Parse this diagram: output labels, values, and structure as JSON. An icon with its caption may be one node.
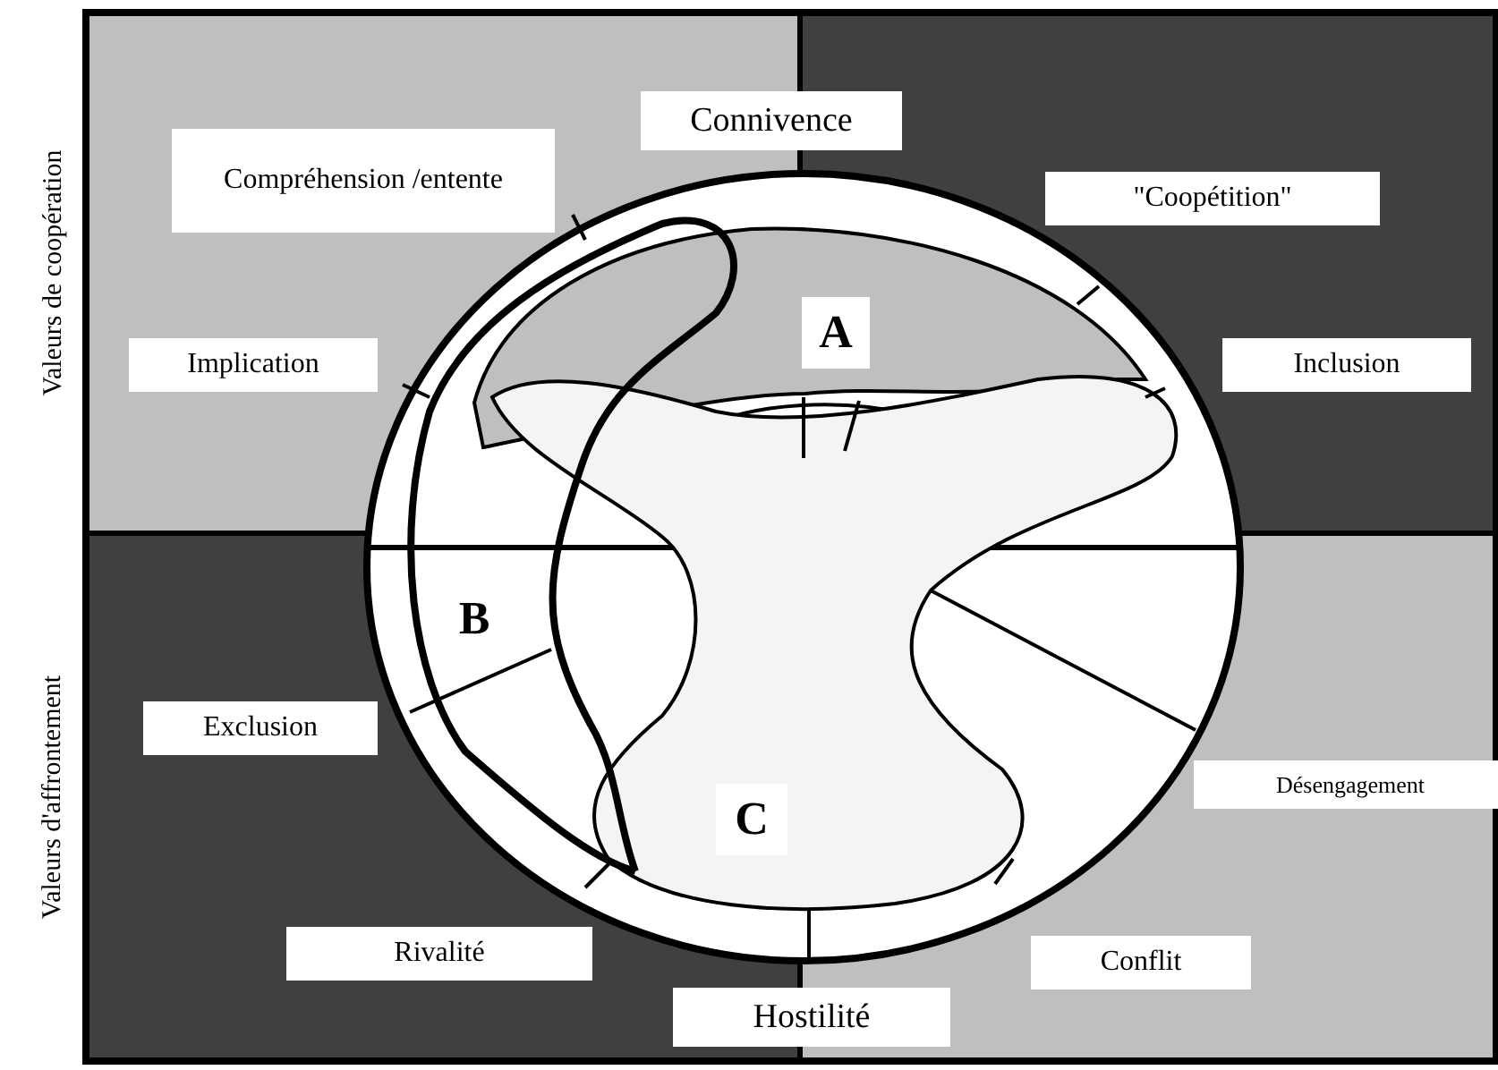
{
  "diagram": {
    "nodes": [
      {
        "text": [
          "Compréhension /entente"
        ]
      },
      {
        "text": [
          "Connivence"
        ]
      },
      {
        "text": [
          "\"Coopétition\""
        ]
      },
      {
        "text": [
          "Implication"
        ]
      },
      {
        "text": [
          "Inclusion"
        ]
      },
      {
        "text": [
          "A"
        ]
      },
      {
        "text": [
          "B"
        ]
      },
      {
        "text": [
          "Exclusion"
        ]
      },
      {
        "text": [
          "Désengagement"
        ]
      },
      {
        "text": [
          "C"
        ]
      },
      {
        "text": [
          "Rivalité"
        ]
      },
      {
        "text": [
          "Conflit"
        ]
      },
      {
        "text": [
          "Hostilité"
        ]
      }
    ],
    "labels": [
      "Valeurs de coopération",
      "Valeurs d'affrontement"
    ]
  }
}
